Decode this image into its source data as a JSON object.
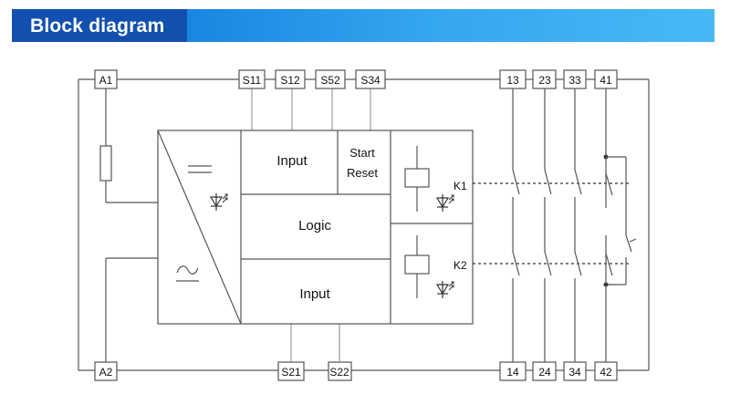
{
  "header": {
    "title": "Block diagram"
  },
  "terminals": {
    "a1": "A1",
    "s11": "S11",
    "s12": "S12",
    "s52": "S52",
    "s34": "S34",
    "t13": "13",
    "t23": "23",
    "t33": "33",
    "t41": "41",
    "a2": "A2",
    "s21": "S21",
    "s22": "S22",
    "t14": "14",
    "t24": "24",
    "t34": "34",
    "t42": "42"
  },
  "blocks": {
    "input_top": "Input",
    "start": "Start",
    "reset": "Reset",
    "logic": "Logic",
    "input_bottom": "Input",
    "k1": "K1",
    "k2": "K2"
  },
  "icons": {
    "dc_symbol": "dc-symbol-icon",
    "ac_symbol": "ac-symbol-icon",
    "led": "led-icon",
    "relay_coil": "relay-coil-icon",
    "fuse": "fuse-icon"
  }
}
